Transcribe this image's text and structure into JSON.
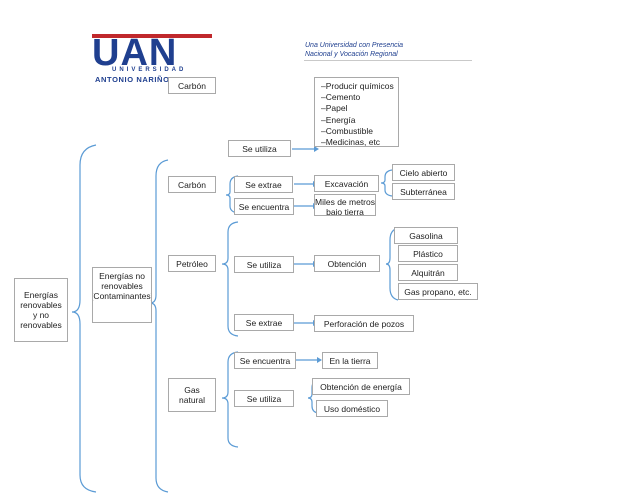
{
  "header": {
    "logo_text": "UAN",
    "logo_sub1": "UNIVERSIDAD",
    "logo_sub2": "ANTONIO NARIÑO",
    "tagline_1": "Una Universidad con Presencia",
    "tagline_2": "Nacional y Vocación Regional"
  },
  "colors": {
    "brand": "#1f3f8f",
    "accent_red": "#c0282c",
    "connector": "#5b9bd5",
    "border": "#a9a9a9"
  },
  "diagram": {
    "root": "Energías renovables y no renovables",
    "non_renewable": "Energías no renovables (Contaminantes)",
    "carbon_top": "Carbón",
    "uses_label": "Se utiliza",
    "uses_list": [
      "–Producir químicos",
      "–Cemento",
      "–Papel",
      "–Energía",
      "–Combustible",
      "–Medicinas, etc"
    ],
    "carbon": "Carbón",
    "carbon_extract": "Se extrae",
    "excavation": "Excavación",
    "open_pit": "Cielo abierto",
    "underground": "Subterránea",
    "carbon_found": "Se encuentra",
    "depth": "Miles de metros bajo tierra",
    "petroleum": "Petróleo",
    "petroleum_use": "Se utiliza",
    "obtention": "Obtención",
    "products": [
      "Gasolina",
      "Plástico",
      "Alquitrán",
      "Gas propano, etc."
    ],
    "petroleum_extract": "Se extrae",
    "drilling": "Perforación de pozos",
    "gas": "Gas natural",
    "gas_found": "Se encuentra",
    "in_earth": "En la tierra",
    "gas_use": "Se utiliza",
    "energy_obtention": "Obtención de energía",
    "domestic_use": "Uso doméstico"
  }
}
